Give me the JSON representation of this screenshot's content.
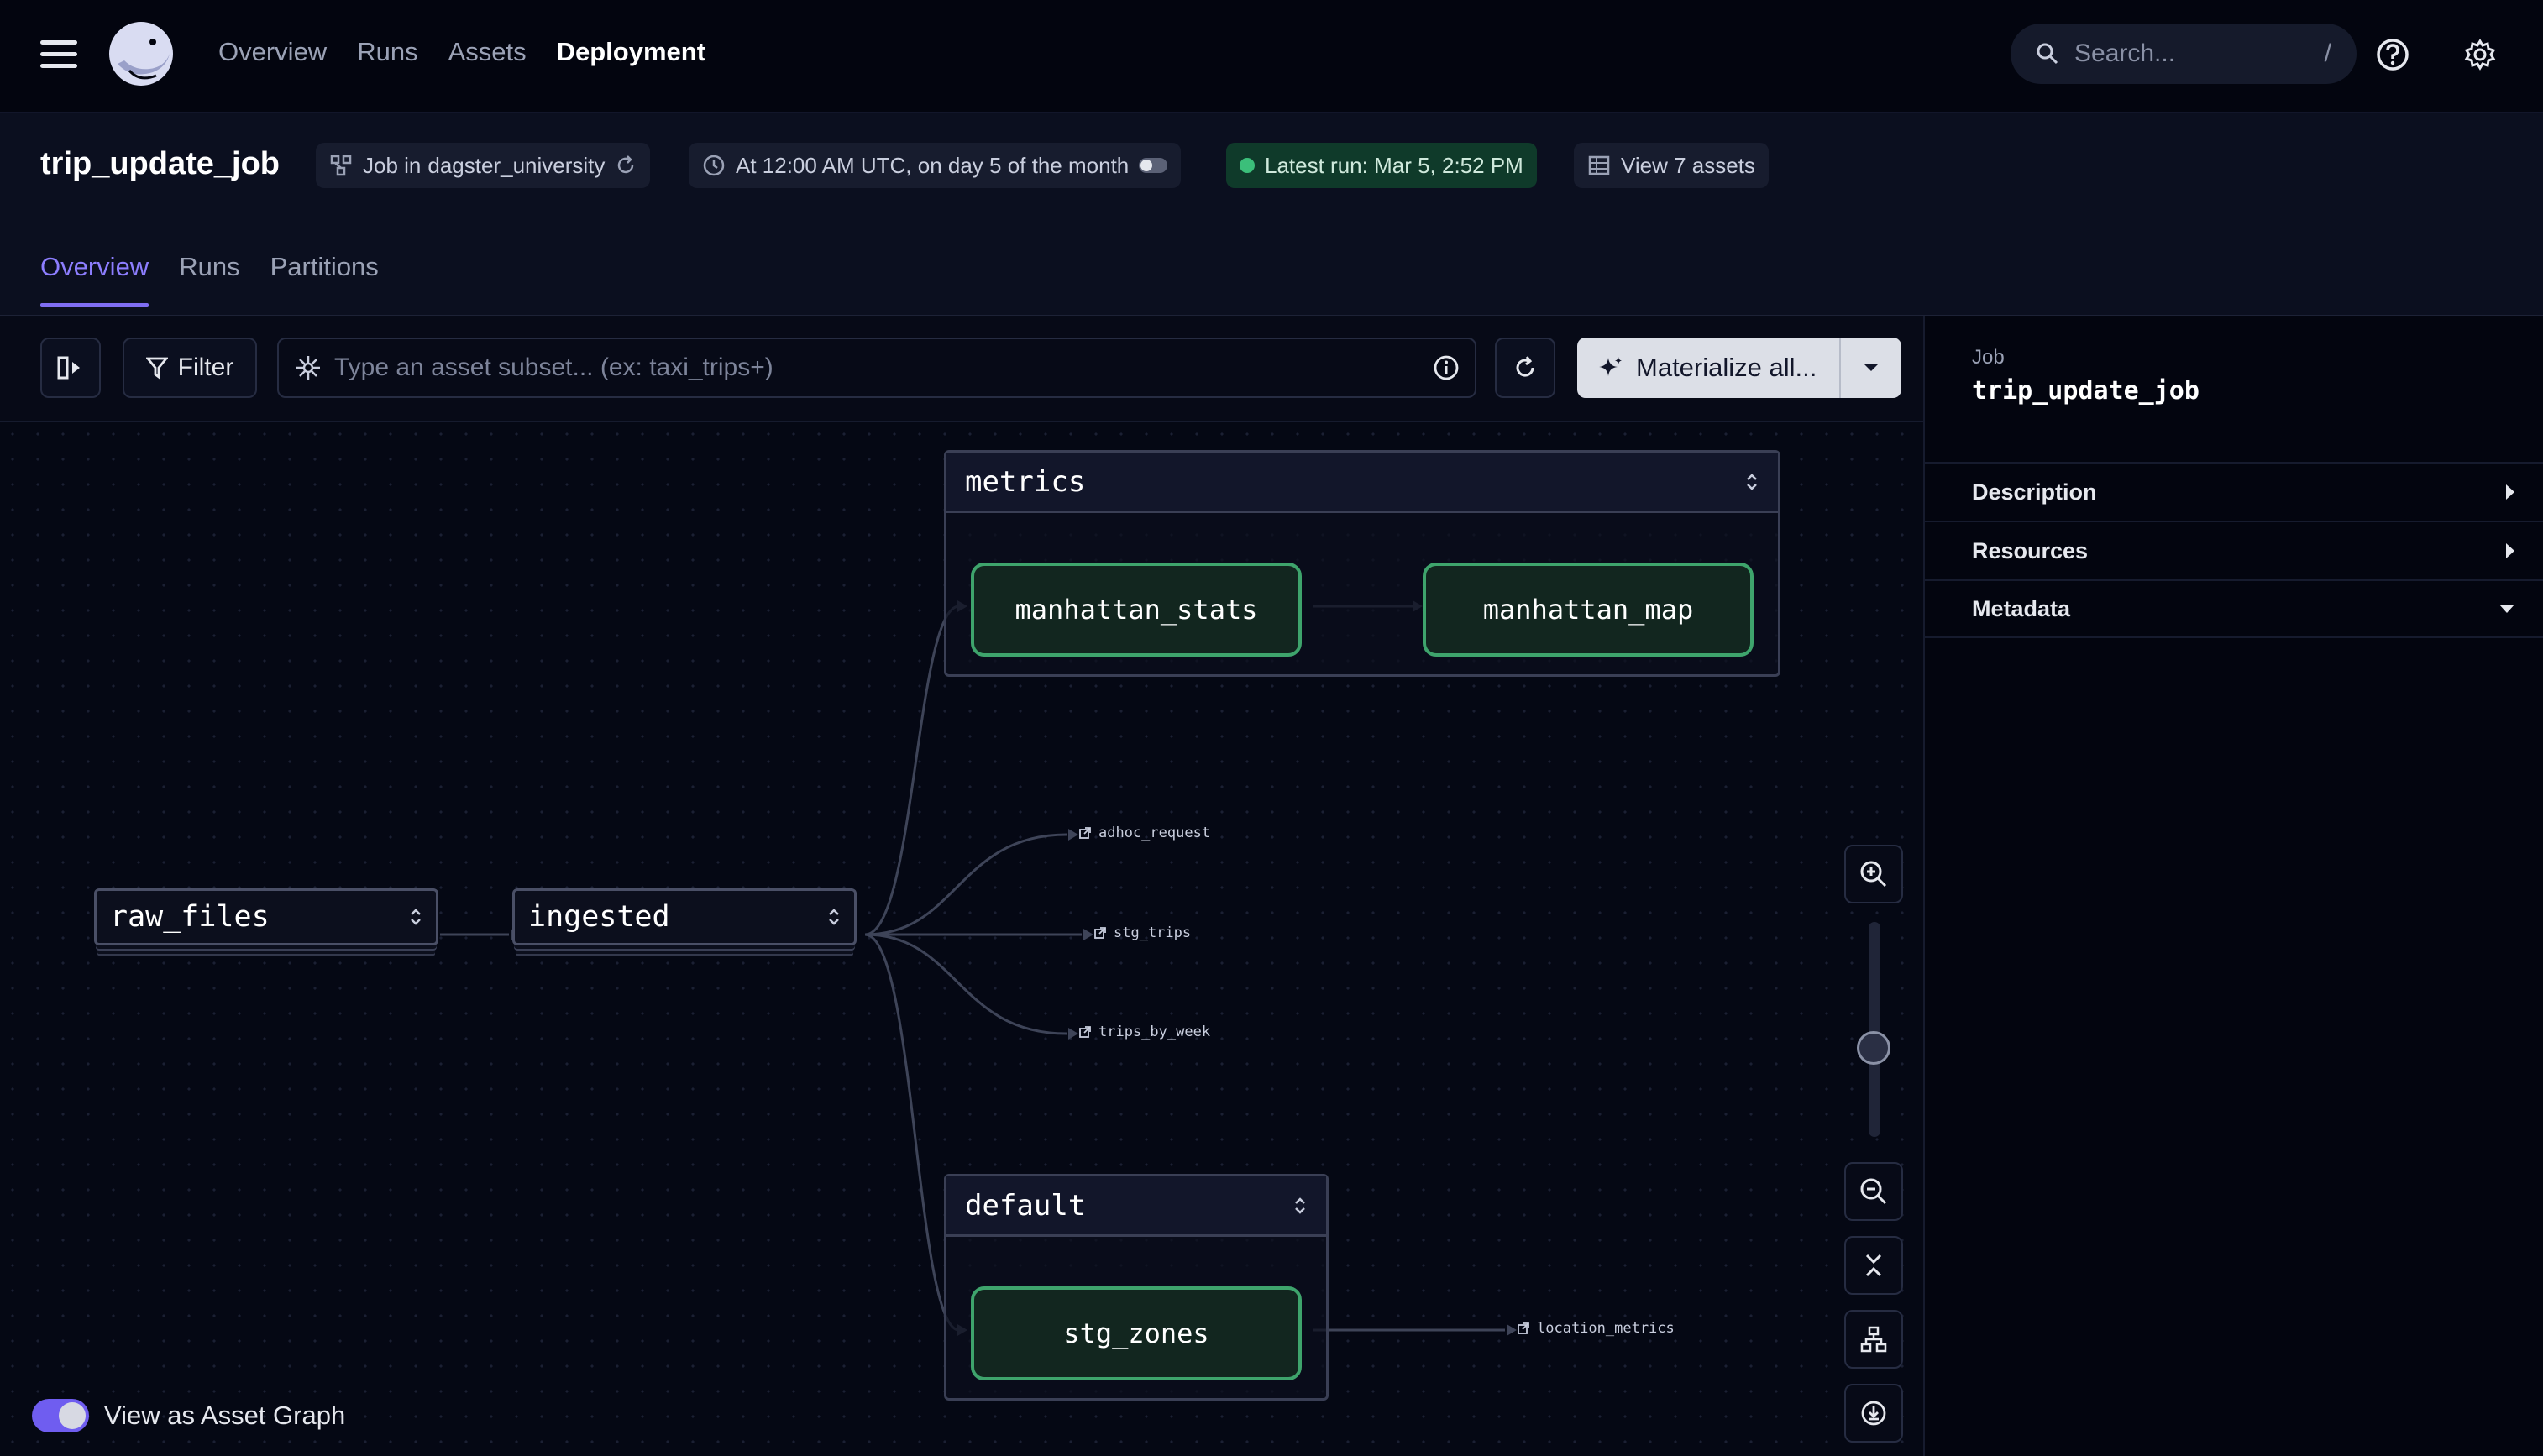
{
  "nav": {
    "links": [
      "Overview",
      "Runs",
      "Assets",
      "Deployment"
    ],
    "active": "Deployment",
    "search_placeholder": "Search...",
    "search_shortcut": "/"
  },
  "header": {
    "title": "trip_update_job",
    "job_prefix": "Job in",
    "job_location": "dagster_university",
    "schedule": "At 12:00 AM UTC, on day 5 of the month",
    "latest_run": "Latest run: Mar 5, 2:52 PM",
    "view_assets": "View 7 assets",
    "tabs": [
      "Overview",
      "Runs",
      "Partitions"
    ],
    "active_tab": "Overview"
  },
  "toolbar": {
    "filter_label": "Filter",
    "asset_placeholder": "Type an asset subset... (ex: taxi_trips+)",
    "materialize_label": "Materialize all..."
  },
  "graph": {
    "groups": [
      {
        "name": "metrics",
        "assets": [
          "manhattan_stats",
          "manhattan_map"
        ]
      },
      {
        "name": "default",
        "assets": [
          "stg_zones"
        ]
      }
    ],
    "ops": [
      "raw_files",
      "ingested"
    ],
    "external": [
      "adhoc_request",
      "stg_trips",
      "trips_by_week",
      "location_metrics"
    ],
    "view_as_asset_graph": "View as Asset Graph",
    "asset_graph_enabled": true
  },
  "sidebar": {
    "label": "Job",
    "job_name": "trip_update_job",
    "sections": [
      {
        "label": "Description",
        "expanded": false
      },
      {
        "label": "Resources",
        "expanded": false
      },
      {
        "label": "Metadata",
        "expanded": true
      }
    ]
  },
  "colors": {
    "accent": "#7f6df2",
    "success": "#3bbf7a",
    "asset_border": "#3ea46c"
  }
}
